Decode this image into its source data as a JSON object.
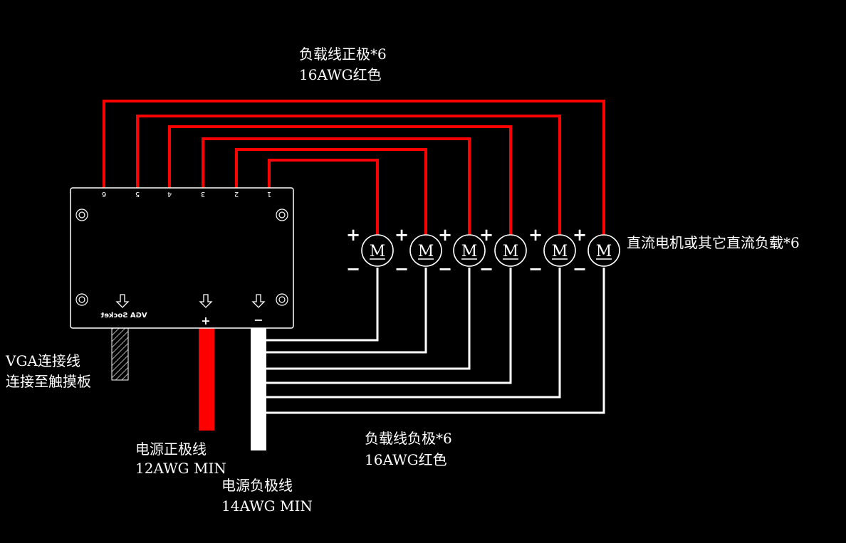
{
  "labels": {
    "top_line1": "负载线正极*6",
    "top_line2": "16AWG红色",
    "motor_desc": "直流电机或其它直流负载*6",
    "bottom_line1": "负载线负极*6",
    "bottom_line2": "16AWG红色",
    "vga_line1": "VGA连接线",
    "vga_line2": "连接至触摸板",
    "pwr_pos_line1": "电源正极线",
    "pwr_pos_line2": "12AWG MIN",
    "pwr_neg_line1": "电源负极线",
    "pwr_neg_line2": "14AWG MIN"
  },
  "board": {
    "socket_label": "VGA Socket",
    "plus_mark": "+",
    "minus_mark": "−",
    "pins": [
      "6",
      "5",
      "4",
      "3",
      "2",
      "1"
    ]
  },
  "motors": [
    {
      "letter": "M",
      "plus": "+",
      "minus": "−"
    },
    {
      "letter": "M",
      "plus": "+",
      "minus": "−"
    },
    {
      "letter": "M",
      "plus": "+",
      "minus": "−"
    },
    {
      "letter": "M",
      "plus": "+",
      "minus": "−"
    },
    {
      "letter": "M",
      "plus": "+",
      "minus": "−"
    },
    {
      "letter": "M",
      "plus": "+",
      "minus": "−"
    }
  ],
  "colors": {
    "background": "#000000",
    "positive_wire": "#ff0000",
    "negative_wire": "#ffffff",
    "outline": "#ffffff"
  }
}
